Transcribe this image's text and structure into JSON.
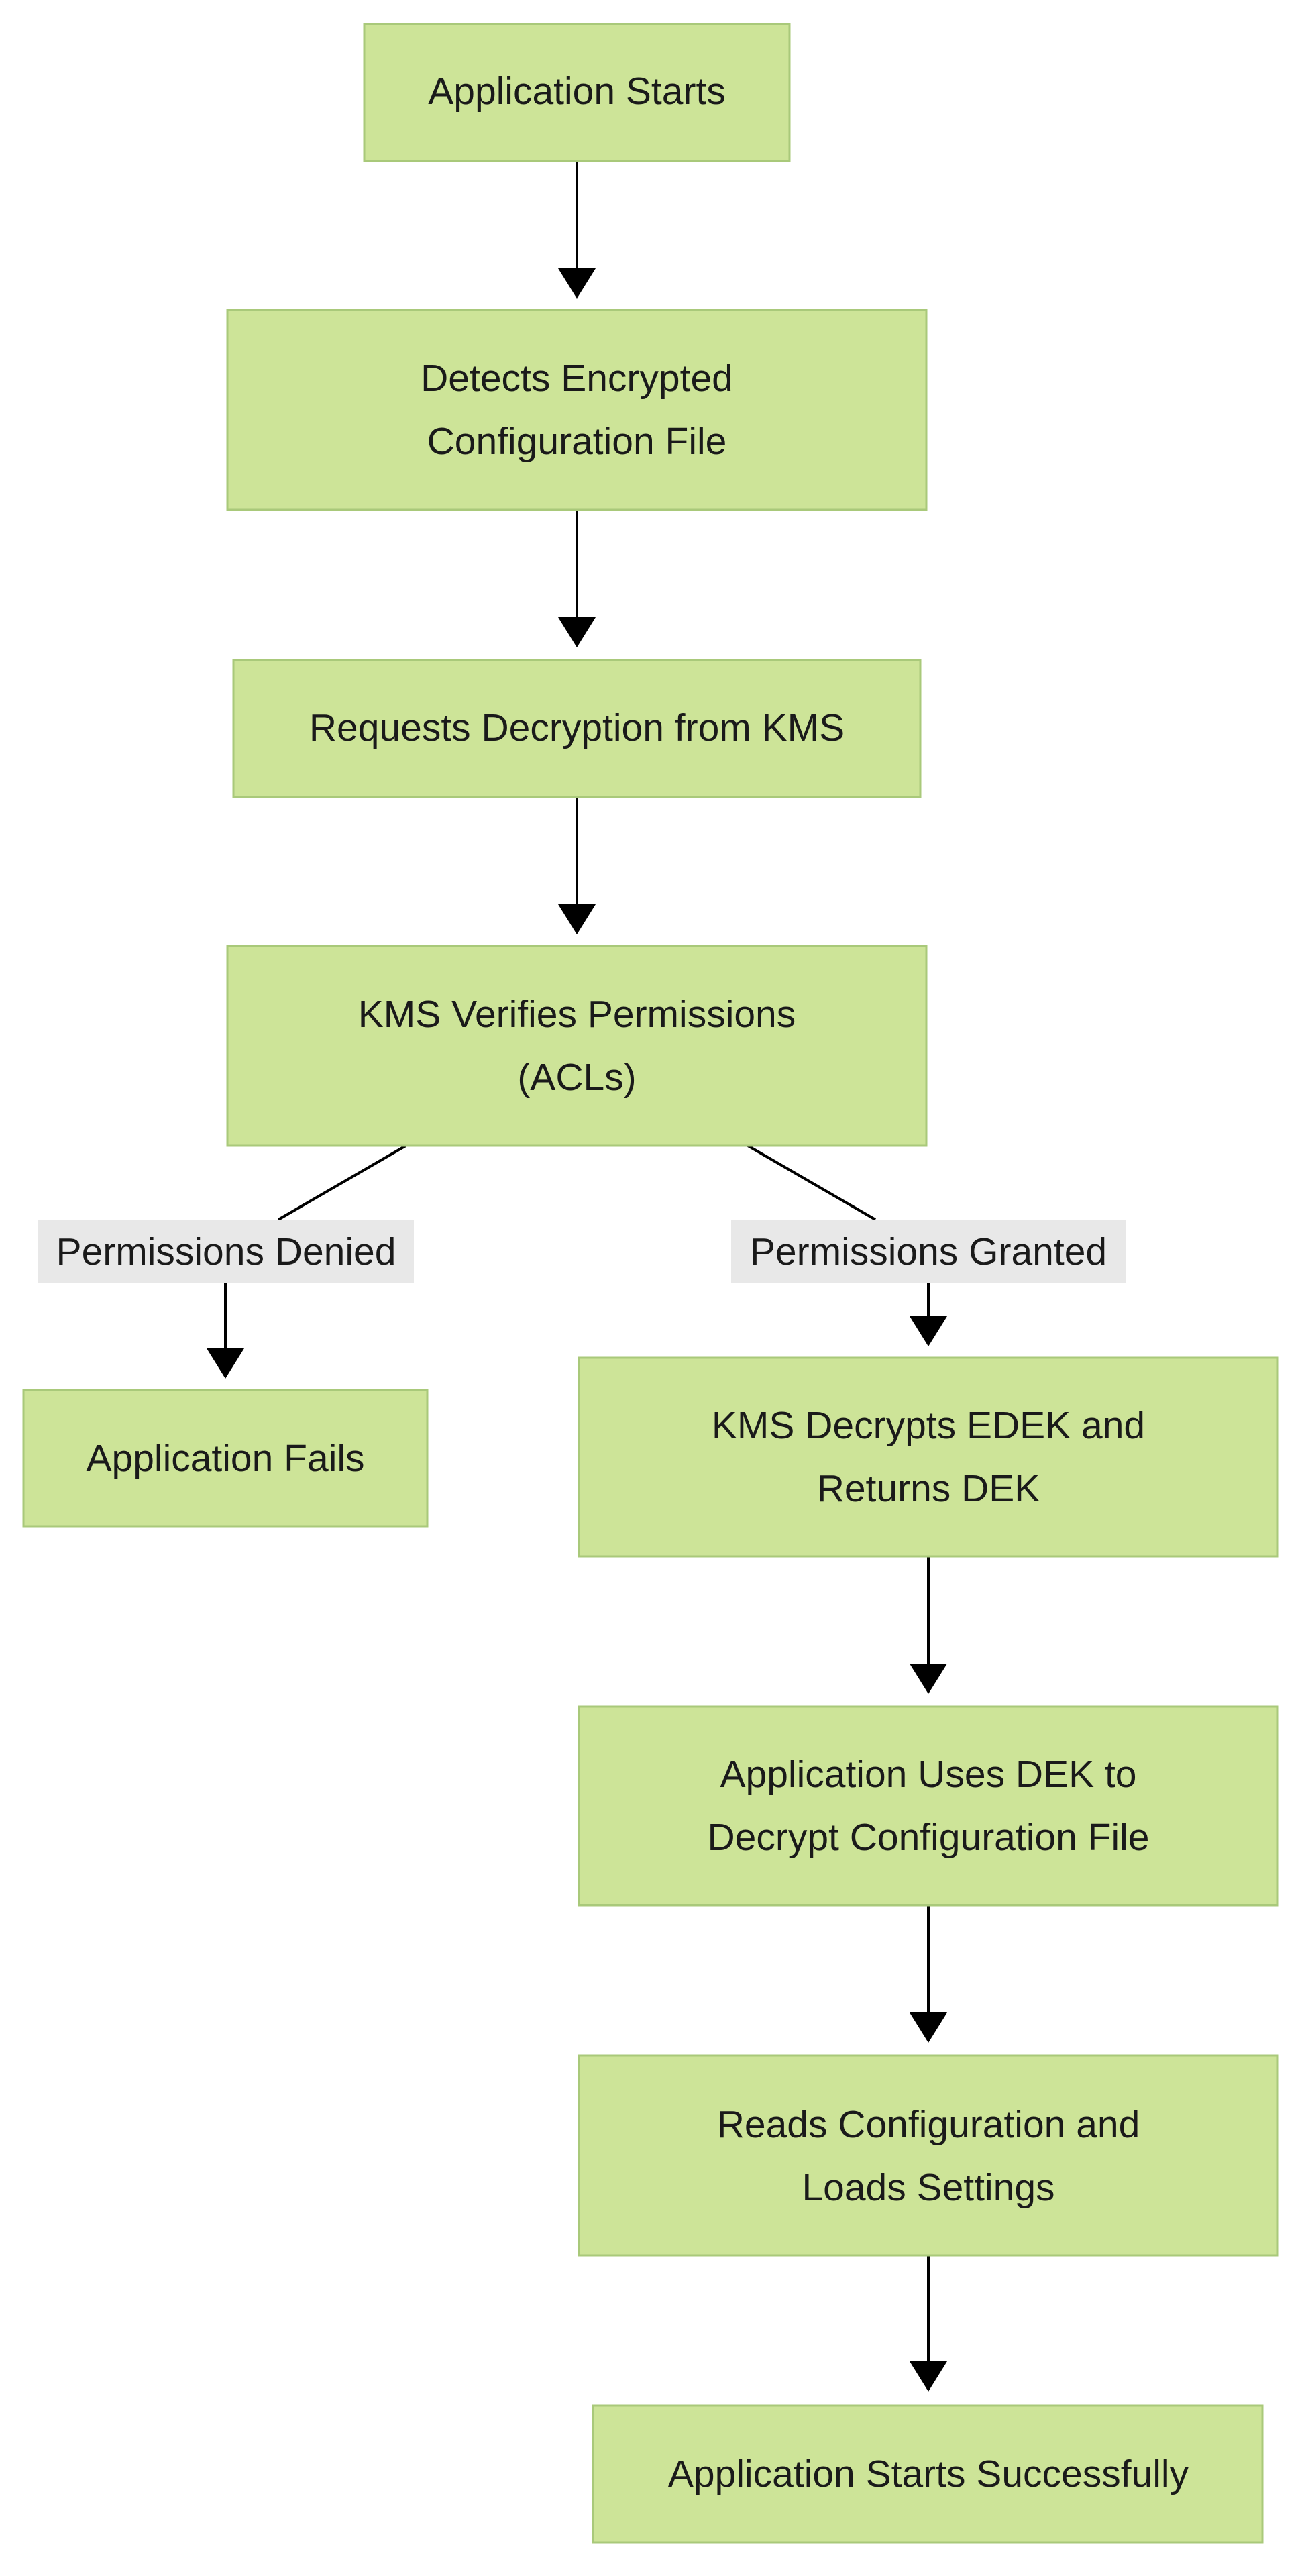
{
  "diagram": {
    "nodes": {
      "app_starts": {
        "lines": [
          "Application Starts"
        ]
      },
      "detects_encrypted": {
        "lines": [
          "Detects Encrypted",
          "Configuration File"
        ]
      },
      "requests_decryption": {
        "lines": [
          "Requests Decryption from KMS"
        ]
      },
      "kms_verifies": {
        "lines": [
          "KMS Verifies Permissions",
          "(ACLs)"
        ]
      },
      "app_fails": {
        "lines": [
          "Application Fails"
        ]
      },
      "kms_decrypts": {
        "lines": [
          "KMS Decrypts EDEK and",
          "Returns DEK"
        ]
      },
      "app_uses_dek": {
        "lines": [
          "Application Uses DEK to",
          "Decrypt Configuration File"
        ]
      },
      "reads_config": {
        "lines": [
          "Reads Configuration and",
          "Loads Settings"
        ]
      },
      "app_success": {
        "lines": [
          "Application Starts Successfully"
        ]
      }
    },
    "edge_labels": {
      "denied": "Permissions Denied",
      "granted": "Permissions Granted"
    },
    "colors": {
      "node_fill": "#cde498",
      "node_border": "#a9c97a",
      "edge": "#000000",
      "label_background": "#e8e8e8"
    }
  }
}
